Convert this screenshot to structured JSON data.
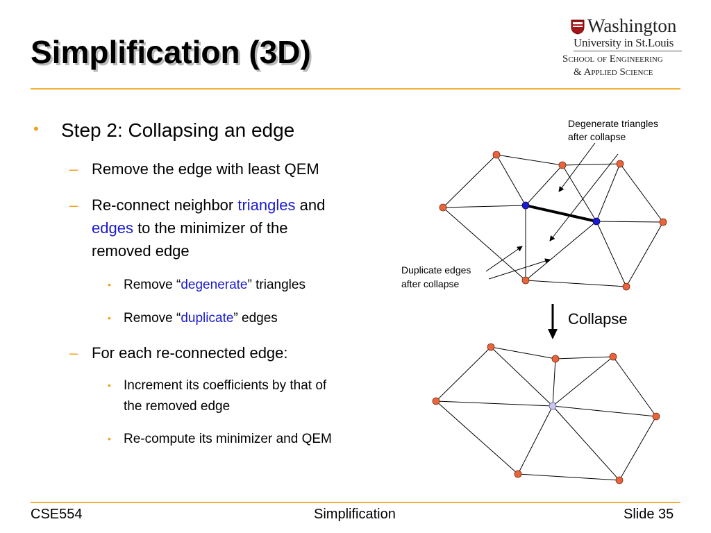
{
  "slide": {
    "title": "Simplification (3D)",
    "logo": {
      "line1": "Washington",
      "line2": "University in St.Louis",
      "line3": "School of Engineering",
      "line4": "& Applied Science"
    },
    "bullets": {
      "b1": "Step 2: Collapsing an edge",
      "b1_1": "Remove the edge with least QEM",
      "b1_2_pre": "Re-connect neighbor ",
      "b1_2_triangles": "triangles",
      "b1_2_and": " and",
      "b1_2_edges": "edges",
      "b1_2_rest1": " to the minimizer of the",
      "b1_2_rest2": "removed edge",
      "b1_2_1_pre": "Remove “",
      "b1_2_1_word": "degenerate",
      "b1_2_1_post": "” triangles",
      "b1_2_2_pre": "Remove “",
      "b1_2_2_word": "duplicate",
      "b1_2_2_post": "” edges",
      "b1_3": "For each re-connected edge:",
      "b1_3_1a": "Increment its coefficients by that of",
      "b1_3_1b": "the removed edge",
      "b1_3_2": "Re-compute its minimizer and QEM"
    },
    "figure": {
      "degenerate_note_1": "Degenerate triangles",
      "degenerate_note_2": "after collapse",
      "duplicate_note_1": "Duplicate edges",
      "duplicate_note_2": "after collapse",
      "collapse_label": "Collapse"
    },
    "footer": {
      "course": "CSE554",
      "topic": "Simplification",
      "slide": "Slide 35"
    },
    "colors": {
      "accent": "#f2b134",
      "link_blue": "#1a1ad0",
      "vertex_orange": "#e8643c",
      "vertex_blue": "#1a1ad0",
      "vertex_merged": "#c9c6ee"
    }
  }
}
